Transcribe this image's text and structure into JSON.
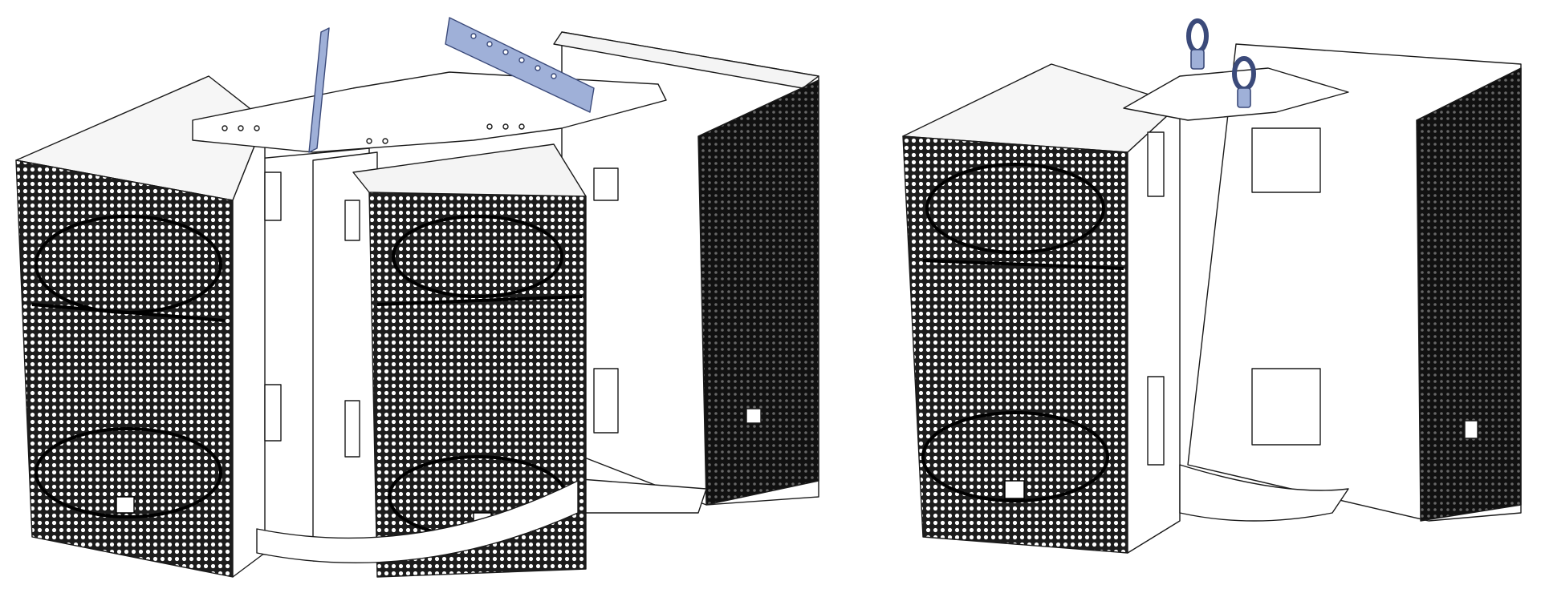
{
  "figure": {
    "left_group": {
      "cabinets": [
        "cabinet-left",
        "cabinet-center",
        "cabinet-back"
      ],
      "hardware": [
        "rigging-frame",
        "mounting-bar-vertical",
        "mounting-bar-horizontal"
      ]
    },
    "right_group": {
      "cabinets": [
        "cabinet-front",
        "cabinet-rear"
      ],
      "hardware": [
        "rigging-frame",
        "shackle",
        "shackle"
      ]
    }
  },
  "colors": {
    "line": "#1a1a1a",
    "panel": "#ffffff",
    "grille_fill": "#2b2b2b",
    "hardware_accent": "#9fb0d8",
    "hardware_stroke": "#3b4a7a",
    "background": "#ffffff"
  },
  "icons": [
    "grille-mesh",
    "handle-pocket",
    "shackle-icon",
    "logo-badge"
  ]
}
